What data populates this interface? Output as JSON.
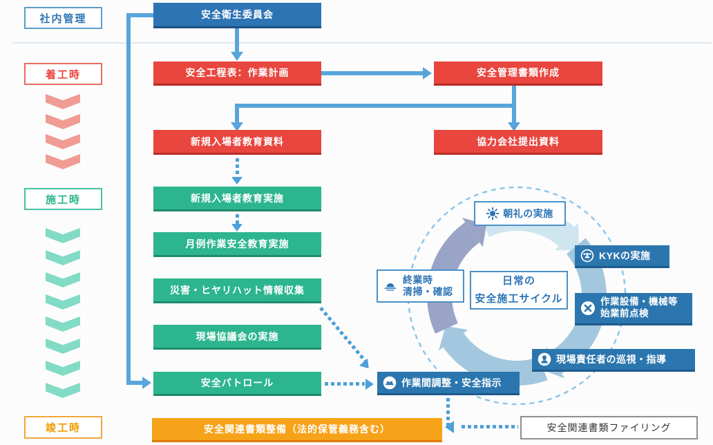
{
  "stages": {
    "internal": {
      "label": "社内管理",
      "color": "#2e75b6",
      "border": "#5b9ccb"
    },
    "start": {
      "label": "着工時",
      "color": "#e8463f",
      "border": "#ea6a60"
    },
    "construct": {
      "label": "施工時",
      "color": "#2cb58e",
      "border": "#46bfa2"
    },
    "completion": {
      "label": "竣工時",
      "color": "#f09a00",
      "border": "#f0a73c"
    }
  },
  "boxes": {
    "safety_committee": "安全衛生委員会",
    "safety_schedule": "安全工程表：作業計画",
    "safety_docs_create": "安全管理書類作成",
    "new_entrant_materials": "新規入場者教育資料",
    "partner_docs": "協力会社提出資料",
    "new_entrant_training": "新規入場者教育実施",
    "monthly_training": "月例作業安全教育実施",
    "incident_collection": "災害・ヒヤリハット情報収集",
    "site_council": "現場協議会の実施",
    "safety_patrol": "安全パトロール",
    "doc_maintenance": "安全関連書類整備（法的保管義務含む）",
    "doc_filing": "安全関連書類ファイリング"
  },
  "cycle": {
    "center_line1": "日常の",
    "center_line2": "安全施工サイクル",
    "morning": "朝礼の実施",
    "kyk": "KYKの実施",
    "equipment_line1": "作業設備・機械等",
    "equipment_line2": "始業前点検",
    "supervisor": "現場責任者の巡視・指導",
    "coordination": "作業間調整・安全指示",
    "end_of_day_line1": "終業時",
    "end_of_day_line2": "清掃・確認"
  },
  "icons": {
    "morning": "sun-icon",
    "kyk": "group-icon",
    "equipment": "crossed-tools-icon",
    "supervisor": "worker-icon",
    "coordination": "helmet-icon",
    "end_of_day": "sunset-icon",
    "chevron": "chevron-down-icon"
  },
  "colors": {
    "box_blue": "#2d74b5",
    "box_red": "#e8463f",
    "box_green": "#2cb58e",
    "box_orange": "#f6a319",
    "arrow_blue": "#57a5db",
    "chevron_salmon": "#f09b93",
    "chevron_mint": "#82dbc5",
    "ring_pale": "#cfe6f1",
    "ring_blue": "#a3c7de",
    "ring_periwinkle": "#9aa4c6"
  }
}
